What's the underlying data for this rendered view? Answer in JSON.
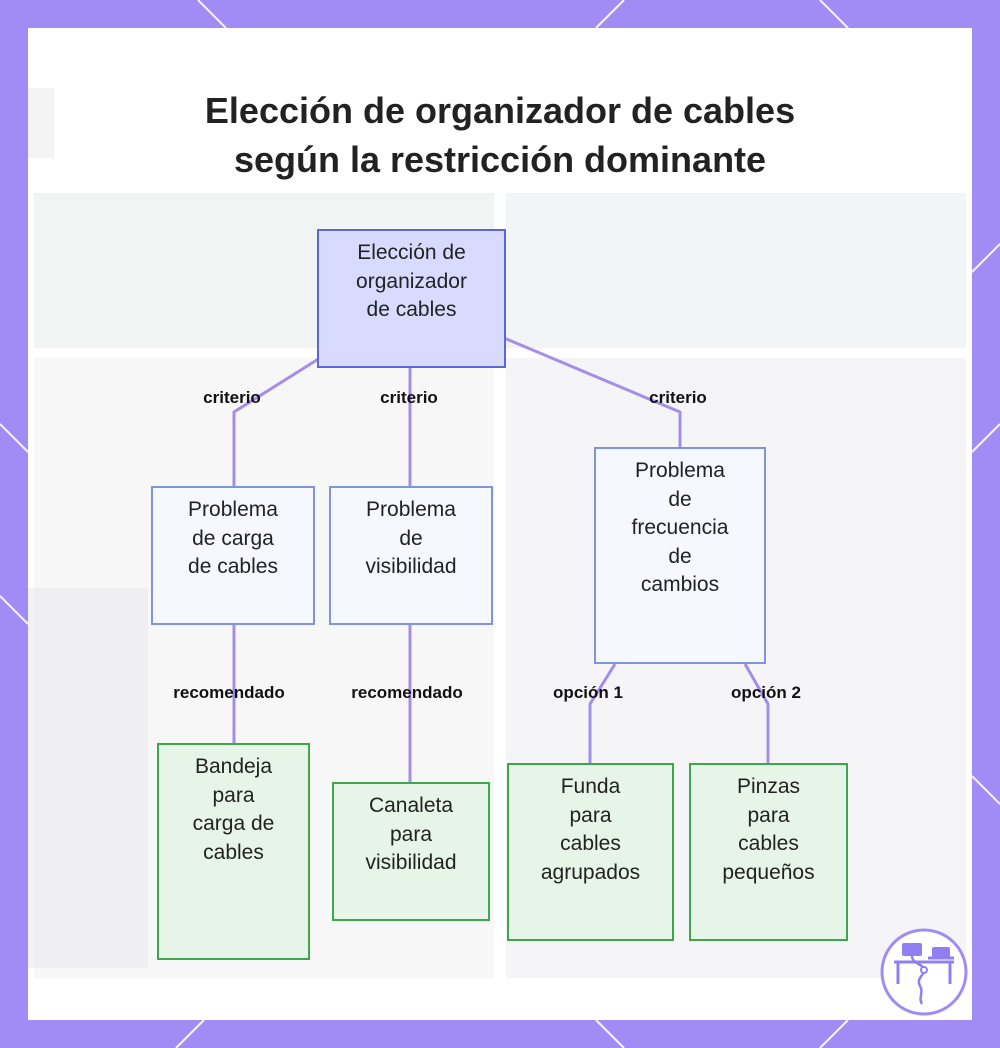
{
  "title_lines": [
    "Elección de organizador de cables",
    "según la restricción dominante"
  ],
  "colors": {
    "frame": "#a18cf5",
    "root_fill": "#d8daff",
    "root_border": "#5b67d6",
    "mid_fill": "#f6f8ff",
    "mid_border": "#7e95dc",
    "leaf_fill": "#e6f5e8",
    "leaf_border": "#3ea74e",
    "connector": "#a58ee8"
  },
  "nodes": {
    "root": "Elección de\norganizador\nde cables",
    "carga": "Problema\nde carga\nde cables",
    "visibilidad": "Problema\nde\nvisibilidad",
    "frecuencia": "Problema\nde\nfrecuencia\nde\ncambios",
    "bandeja": "Bandeja\npara\ncarga de\ncables",
    "canaleta": "Canaleta\npara\nvisibilidad",
    "funda": "Funda\npara\ncables\nagrupados",
    "pinzas": "Pinzas\npara\ncables\npequeños"
  },
  "edges": {
    "criterio_1": "criterio",
    "criterio_2": "criterio",
    "criterio_3": "criterio",
    "recomendado_1": "recomendado",
    "recomendado_2": "recomendado",
    "opcion_1": "opción 1",
    "opcion_2": "opción 2"
  },
  "icons": {
    "logo": "desk-cable-logo-icon"
  }
}
